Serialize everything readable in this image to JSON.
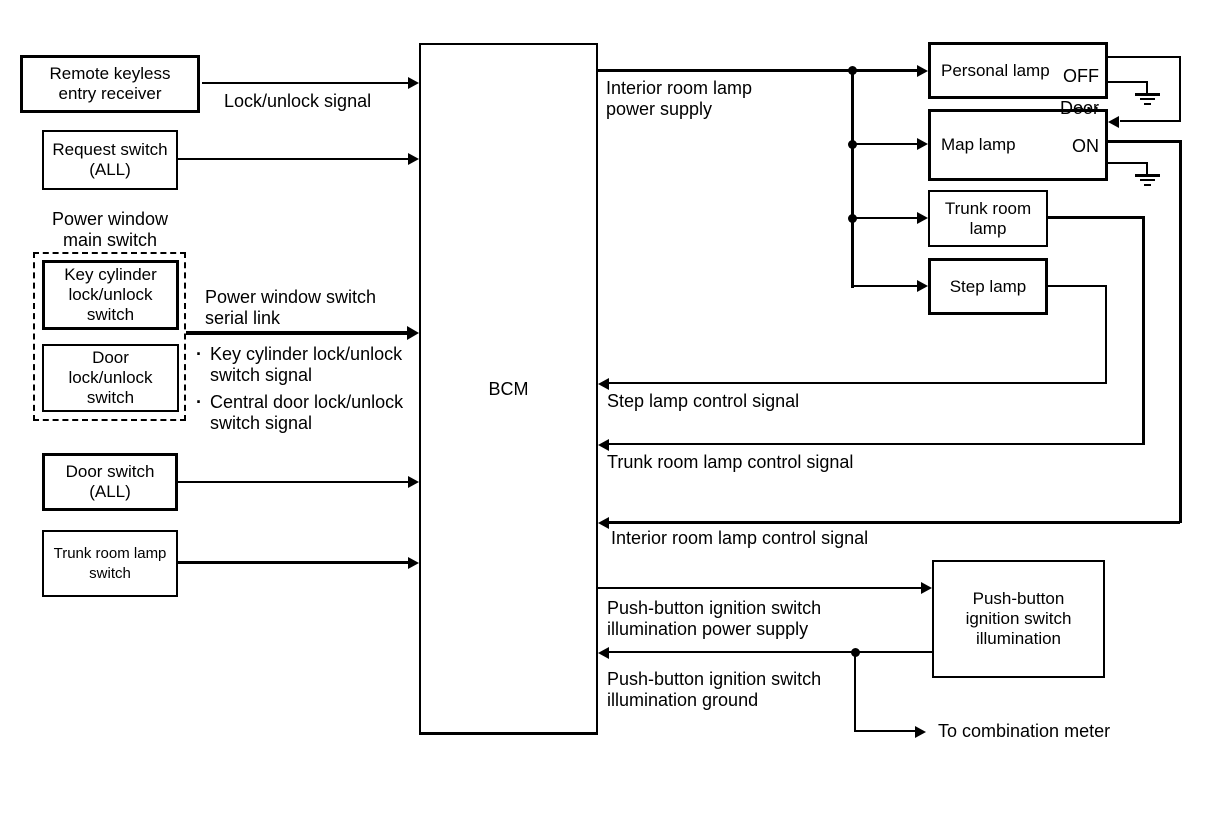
{
  "colors": {
    "line": "#000000",
    "background": "#ffffff"
  },
  "nodes": {
    "remote_keyless": "Remote keyless\nentry receiver",
    "request_switch": "Request switch\n(ALL)",
    "power_window_main_switch": "Power window\nmain switch",
    "key_cylinder": "Key cylinder\nlock/unlock\nswitch",
    "door_lock": "Door\nlock/unlock\nswitch",
    "door_switch": "Door switch\n(ALL)",
    "trunk_room_lamp_switch": "Trunk room lamp\nswitch",
    "bcm": "BCM",
    "personal_lamp": {
      "label": "Personal lamp",
      "state_top": "OFF",
      "state_bottom": "ON"
    },
    "map_lamp": {
      "label": "Map lamp",
      "state_top": "Door",
      "state_bottom": "ON"
    },
    "trunk_room_lamp": "Trunk room\nlamp",
    "step_lamp": "Step lamp",
    "push_button_illumination": "Push-button\nignition switch\nillumination"
  },
  "signals": {
    "lock_unlock": "Lock/unlock signal",
    "pw_serial_link": "Power window switch\nserial link",
    "bullet": "·",
    "key_cylinder_signal": "Key cylinder lock/unlock\nswitch signal",
    "central_door_signal": "Central door lock/unlock\nswitch signal",
    "interior_power": "Interior room lamp\npower supply",
    "step_control": "Step lamp control signal",
    "trunk_control": "Trunk room lamp control signal",
    "interior_control": "Interior room lamp control signal",
    "pb_power": "Push-button ignition switch\nillumination power supply",
    "pb_ground": "Push-button ignition switch\nillumination ground",
    "to_combination_meter": "To combination meter"
  }
}
